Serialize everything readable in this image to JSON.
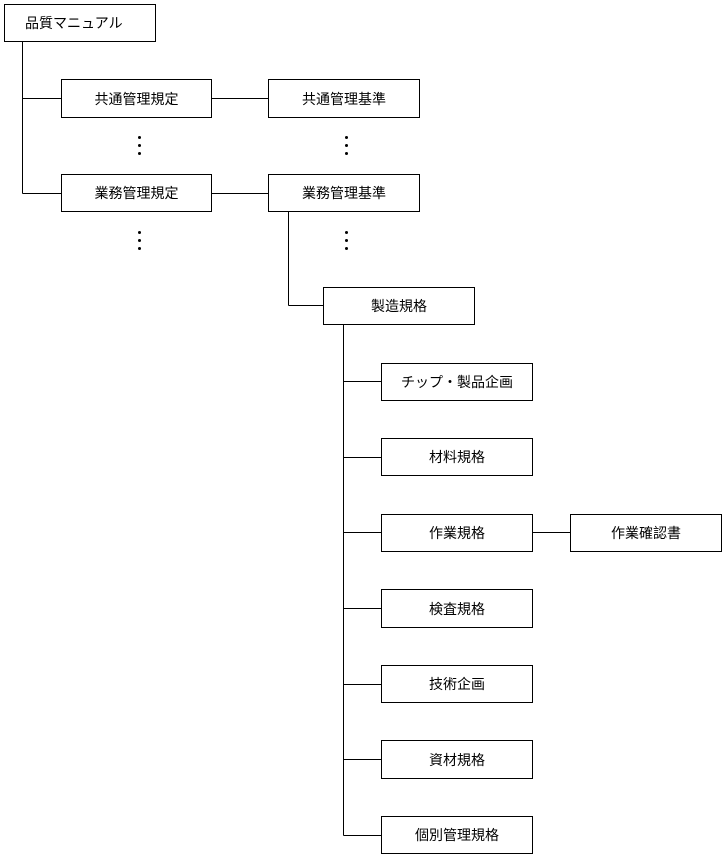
{
  "diagram": {
    "root": "品質マニュアル",
    "common_rule": "共通管理規定",
    "common_standard": "共通管理基準",
    "business_rule": "業務管理規定",
    "business_standard": "業務管理基準",
    "manufacturing_spec": "製造規格",
    "specs": [
      "チップ・製品企画",
      "材料規格",
      "作業規格",
      "検査規格",
      "技術企画",
      "資材規格",
      "個別管理規格"
    ],
    "work_confirmation": "作業確認書"
  }
}
